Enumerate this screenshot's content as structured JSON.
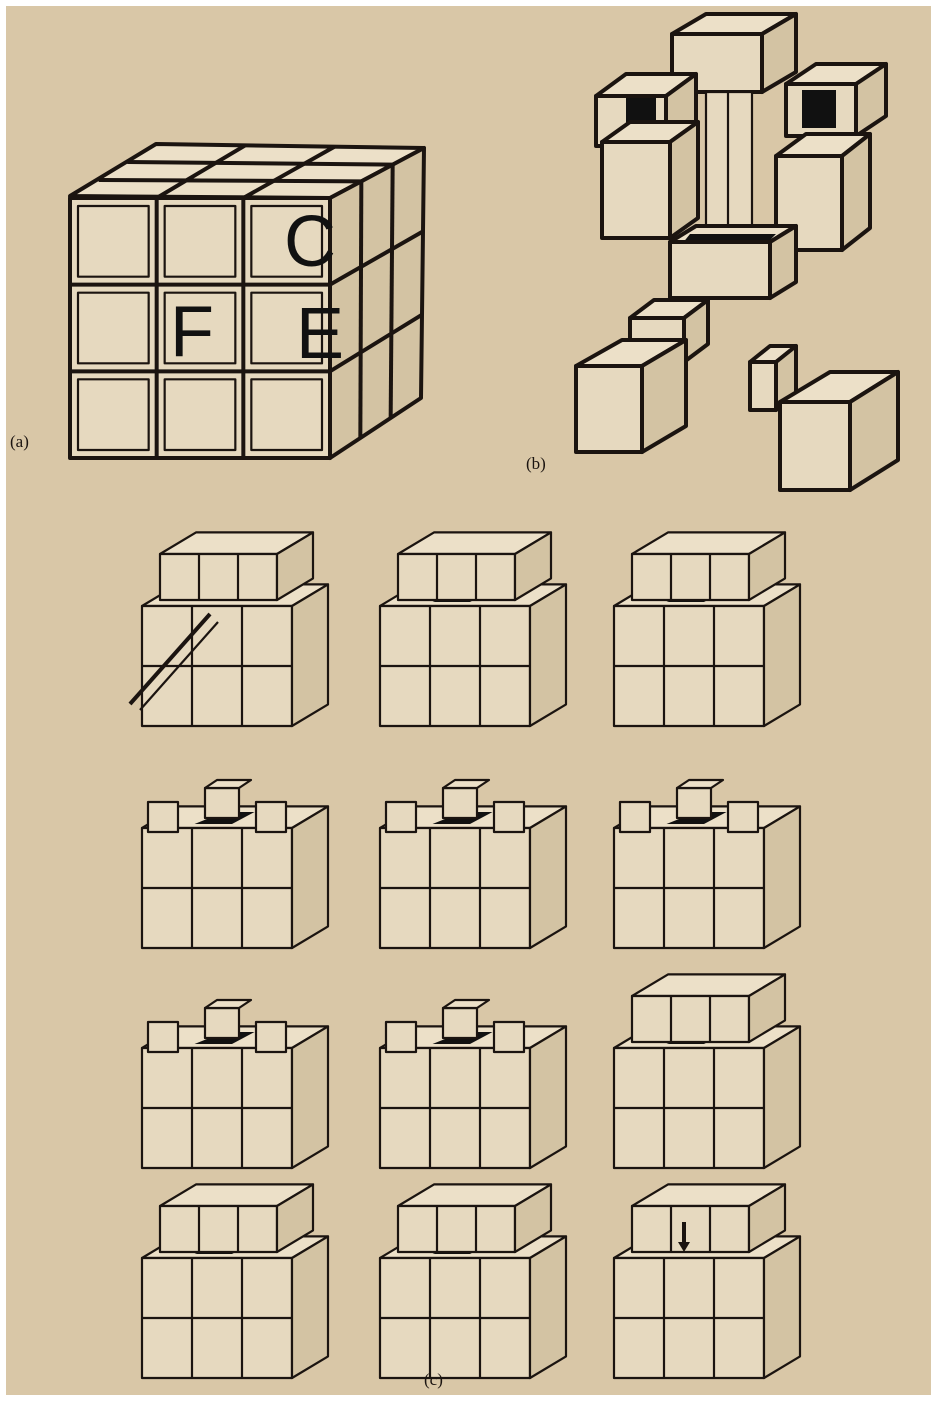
{
  "figure": {
    "background_color": "#d9c7a7",
    "ink_color": "#1b1410",
    "panels": [
      {
        "id": "a",
        "label": "(a)",
        "face_letters": [
          "C",
          "F",
          "E"
        ]
      },
      {
        "id": "b",
        "label": "(b)"
      },
      {
        "id": "c",
        "label": "(c)",
        "step_count": 12
      }
    ]
  }
}
